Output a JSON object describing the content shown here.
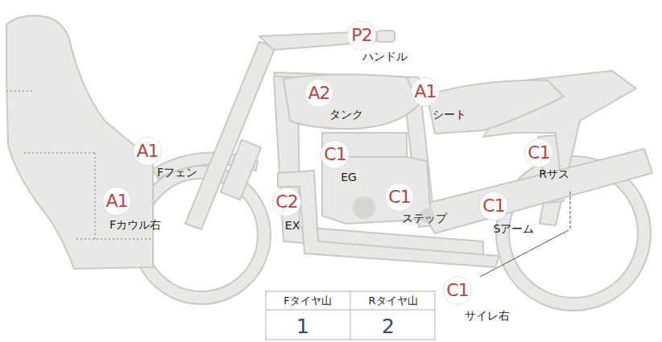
{
  "diagram": {
    "nodes": [
      {
        "text": [
          "P2",
          "ハンドル"
        ]
      },
      {
        "text": [
          "A2",
          "タンク"
        ]
      },
      {
        "text": [
          "A1",
          "シート"
        ]
      },
      {
        "text": [
          "A1",
          "Fフェン"
        ]
      },
      {
        "text": [
          "C1",
          "EG"
        ]
      },
      {
        "text": [
          "C1",
          "Rサス"
        ]
      },
      {
        "text": [
          "A1",
          "Fカウル右"
        ]
      },
      {
        "text": [
          "C2",
          "EX"
        ]
      },
      {
        "text": [
          "C1",
          "ステップ"
        ]
      },
      {
        "text": [
          "C1",
          "Sアーム"
        ]
      },
      {
        "text": [
          "C1",
          "サイレ右"
        ]
      }
    ],
    "labels": [
      "Fタイヤ山",
      "Rタイヤ山",
      "1",
      "2"
    ]
  }
}
